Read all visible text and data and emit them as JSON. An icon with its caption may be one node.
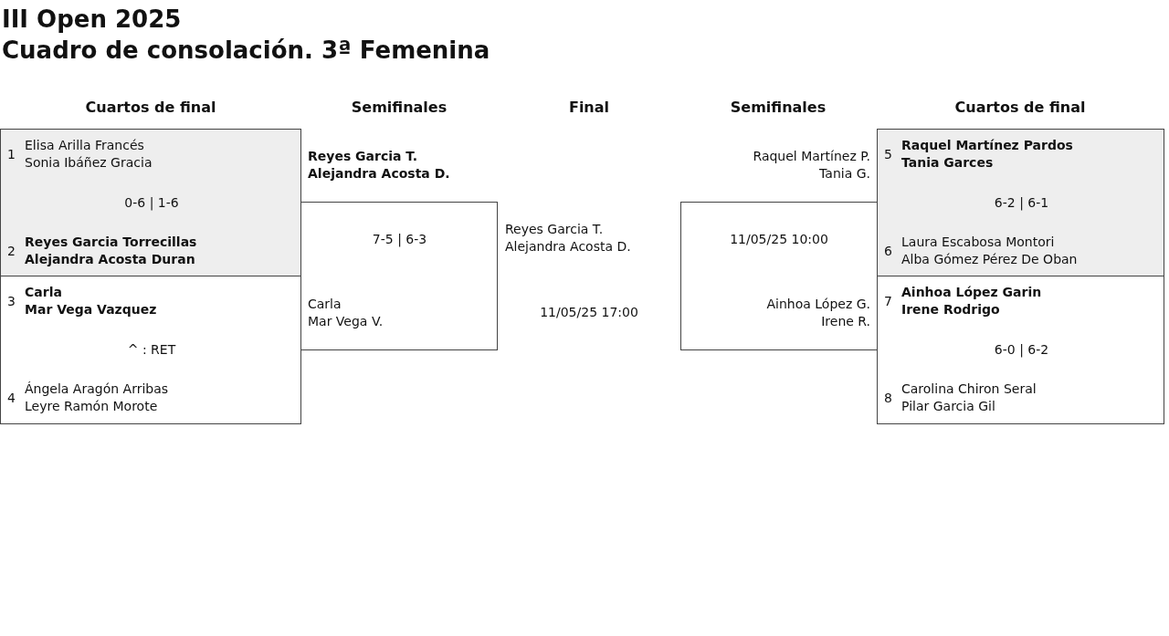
{
  "diagram": {
    "title": "III Open 2025",
    "nodes": [
      {
        "text": [
          "1",
          "Elisa Arilla Francés",
          "Sonia Ibáñez Gracia",
          "0-6 | 1-6",
          "2",
          "Reyes Garcia Torrecillas",
          "Alejandra Acosta Duran"
        ]
      },
      {
        "text": [
          "3",
          "Carla",
          "Mar Vega Vazquez",
          "^ : RET",
          "4",
          "Ángela Aragón Arribas",
          "Leyre Ramón Morote"
        ]
      },
      {
        "text": [
          "Reyes Garcia T.",
          "Alejandra Acosta D.",
          "7-5 | 6-3",
          "Carla",
          "Mar Vega V."
        ]
      },
      {
        "text": [
          "Raquel Martínez P.",
          "Tania G.",
          "11/05/25 10:00",
          "Ainhoa López G.",
          "Irene R."
        ]
      },
      {
        "text": [
          "5",
          "Raquel Martínez Pardos",
          "Tania Garces",
          "6-2 | 6-1",
          "6",
          "Laura Escabosa Montori",
          "Alba Gómez Pérez De Oban"
        ]
      },
      {
        "text": [
          "7",
          "Ainhoa López Garin",
          "Irene Rodrigo",
          "6-0 | 6-2",
          "8",
          "Carolina Chiron Seral",
          "Pilar Garcia Gil"
        ]
      }
    ],
    "labels": [
      "Cuadro de consolación. 3ª Femenina",
      "Cuartos de final",
      "Semifinales",
      "Final",
      "Semifinales",
      "Cuartos de final",
      "Reyes Garcia T.",
      "Alejandra Acosta D.",
      "11/05/25 17:00"
    ]
  }
}
